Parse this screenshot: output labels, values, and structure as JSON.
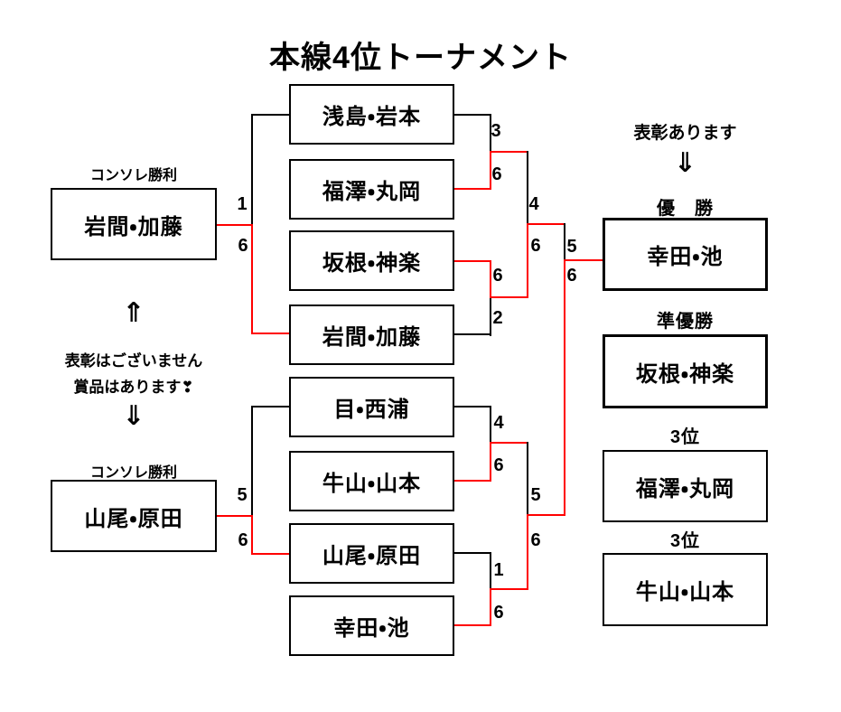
{
  "title": "本線4位トーナメント",
  "colors": {
    "line": "#000000",
    "winner_path": "#ff0000"
  },
  "console_upper": {
    "label": "コンソレ勝利",
    "team": "岩間・加藤",
    "score_top": "1",
    "score_bottom": "6"
  },
  "console_lower": {
    "label": "コンソレ勝利",
    "team": "山尾・原田",
    "score_top": "5",
    "score_bottom": "6"
  },
  "center_note": {
    "arrow_up": "⇑",
    "line1": "表彰はございません",
    "line2": "賞品はあります❣",
    "arrow_down": "⇓"
  },
  "award_note": {
    "text": "表彰あります",
    "arrow_down": "⇓"
  },
  "bracket": {
    "round1": [
      {
        "team": "浅島・岩本",
        "score": "3"
      },
      {
        "team": "福澤・丸岡",
        "score": "6"
      },
      {
        "team": "坂根・神楽",
        "score": "6"
      },
      {
        "team": "岩間・加藤",
        "score": "2"
      },
      {
        "team": "目・西浦",
        "score": "4"
      },
      {
        "team": "牛山・山本",
        "score": "6"
      },
      {
        "team": "山尾・原田",
        "score": "1"
      },
      {
        "team": "幸田・池",
        "score": "6"
      }
    ],
    "semifinal_upper": {
      "score_top": "4",
      "score_bottom": "6"
    },
    "semifinal_lower": {
      "score_top": "5",
      "score_bottom": "6"
    },
    "final": {
      "score_top": "5",
      "score_bottom": "6"
    }
  },
  "results": [
    {
      "label": "優　勝",
      "team": "幸田・池"
    },
    {
      "label": "準優勝",
      "team": "坂根・神楽"
    },
    {
      "label": "3位",
      "team": "福澤・丸岡"
    },
    {
      "label": "3位",
      "team": "牛山・山本"
    }
  ]
}
